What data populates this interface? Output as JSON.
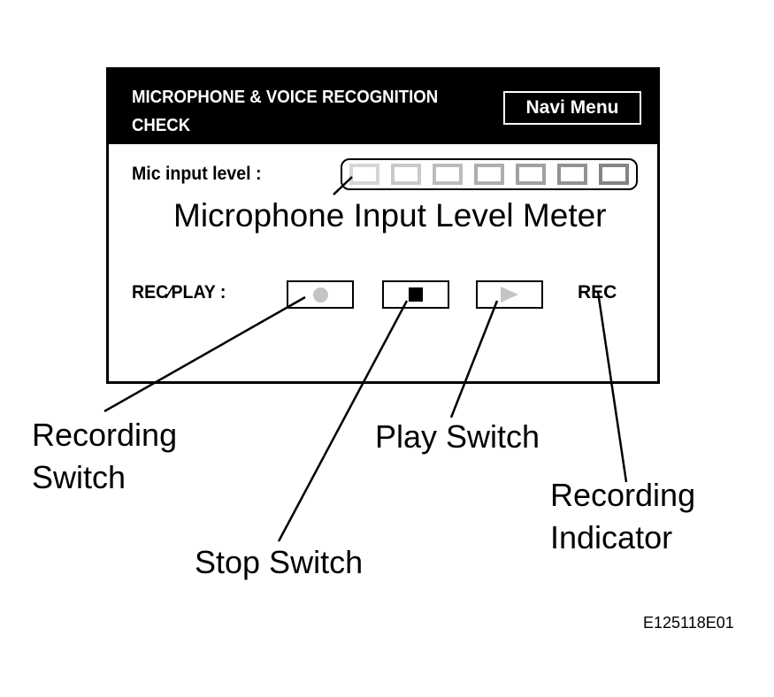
{
  "screen": {
    "title": "MICROPHONE & VOICE RECOGNITION\nCHECK",
    "title_line1": "MICROPHONE & VOICE RECOGNITION",
    "title_line2": "CHECK",
    "navi_menu_label": "Navi Menu",
    "mic_input_label": "Mic input level :",
    "meter": {
      "segments": 7,
      "segment_colors": [
        "#d6d6d6",
        "#c9c9c9",
        "#bcbcbc",
        "#aeaeae",
        "#a0a0a0",
        "#929292",
        "#848484"
      ]
    },
    "rec_play_label": "REC∕PLAY :",
    "record_icon": "record-circle-icon",
    "stop_icon": "stop-square-icon",
    "play_icon": "play-triangle-icon",
    "rec_indicator": "REC"
  },
  "callouts": {
    "meter": "Microphone Input Level Meter",
    "recording_switch_line1": "Recording",
    "recording_switch_line2": "Switch",
    "stop_switch": "Stop Switch",
    "play_switch": "Play Switch",
    "recording_indicator_line1": "Recording",
    "recording_indicator_line2": "Indicator"
  },
  "figure_code": "E125118E01",
  "colors": {
    "background": "#ffffff",
    "ink": "#000000",
    "inactive_icon": "#c4c4c4"
  }
}
